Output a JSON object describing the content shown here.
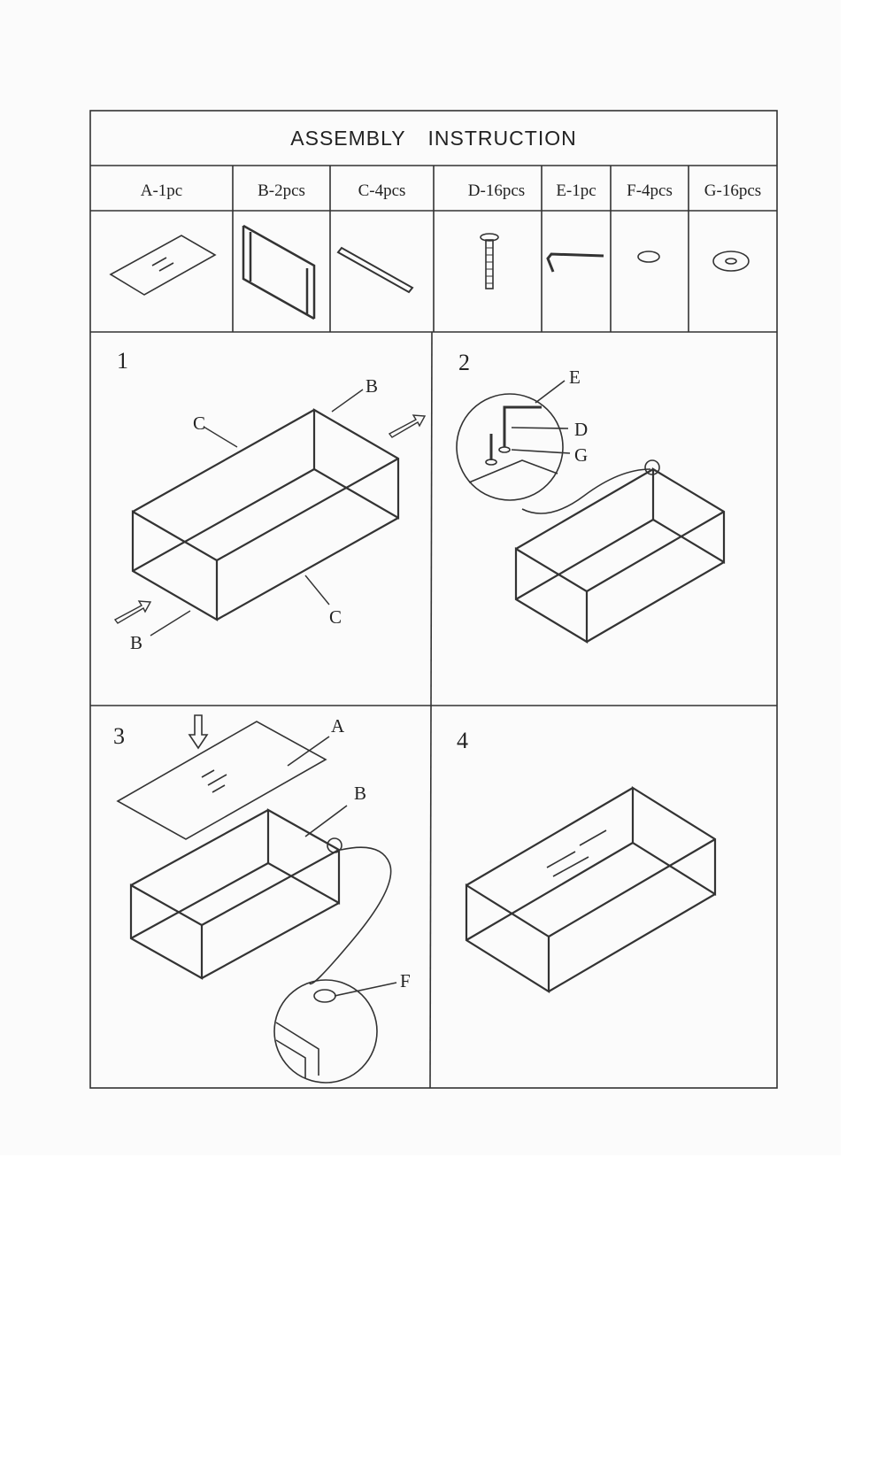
{
  "title": "ASSEMBLY INSTRUCTION",
  "parts": [
    {
      "label": "A-1pc",
      "icon": "glass-top-icon"
    },
    {
      "label": "B-2pcs",
      "icon": "end-frame-icon"
    },
    {
      "label": "C-4pcs",
      "icon": "crossbar-icon"
    },
    {
      "label": "D-16pcs",
      "icon": "bolt-icon"
    },
    {
      "label": "E-1pc",
      "icon": "allen-key-icon"
    },
    {
      "label": "F-4pcs",
      "icon": "pad-icon"
    },
    {
      "label": "G-16pcs",
      "icon": "washer-icon"
    }
  ],
  "steps": [
    {
      "number": "1",
      "labels": [
        "B",
        "C",
        "C",
        "B"
      ]
    },
    {
      "number": "2",
      "labels": [
        "E",
        "D",
        "G"
      ]
    },
    {
      "number": "3",
      "labels": [
        "A",
        "B",
        "F"
      ]
    },
    {
      "number": "4",
      "labels": []
    }
  ]
}
